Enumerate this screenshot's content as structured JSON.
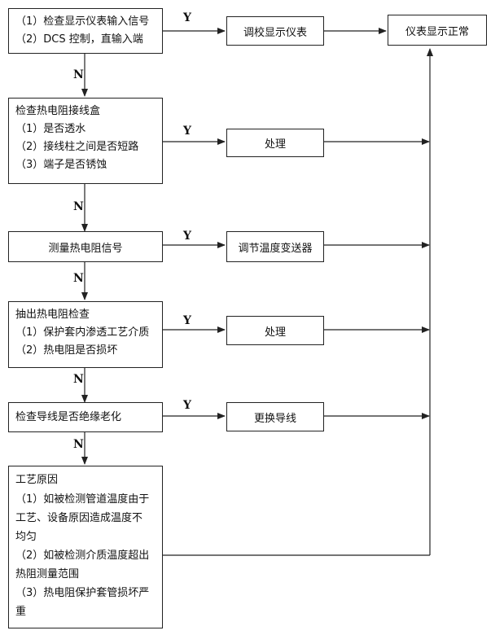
{
  "yes_label": "Y",
  "no_label": "N",
  "check_boxes": [
    {
      "lines": [
        "（1）检查显示仪表输入信号",
        "（2）DCS 控制，直输入端"
      ]
    },
    {
      "lines": [
        "检查热电阻接线盒",
        "（1）是否透水",
        "（2）接线柱之间是否短路",
        "（3）端子是否锈蚀"
      ]
    },
    {
      "lines": [
        "测量热电阻信号"
      ]
    },
    {
      "lines": [
        "抽出热电阻检查",
        "（1）保护套内渗透工艺介质",
        "（2）热电阻是否损坏"
      ]
    },
    {
      "lines": [
        "检查导线是否绝缘老化"
      ]
    },
    {
      "lines": [
        "工艺原因",
        "（1）如被检测管道温度由于",
        "工艺、设备原因造成温度不",
        "均匀",
        "（2）如被检测介质温度超出",
        "热阻测量范围",
        "（3）热电阻保护套管损坏严",
        "重"
      ]
    }
  ],
  "action_boxes": [
    {
      "label": "调校显示仪表"
    },
    {
      "label": "处理"
    },
    {
      "label": "调节温度变送器"
    },
    {
      "label": "处理"
    },
    {
      "label": "更换导线"
    }
  ],
  "result_box": {
    "label": "仪表显示正常"
  }
}
